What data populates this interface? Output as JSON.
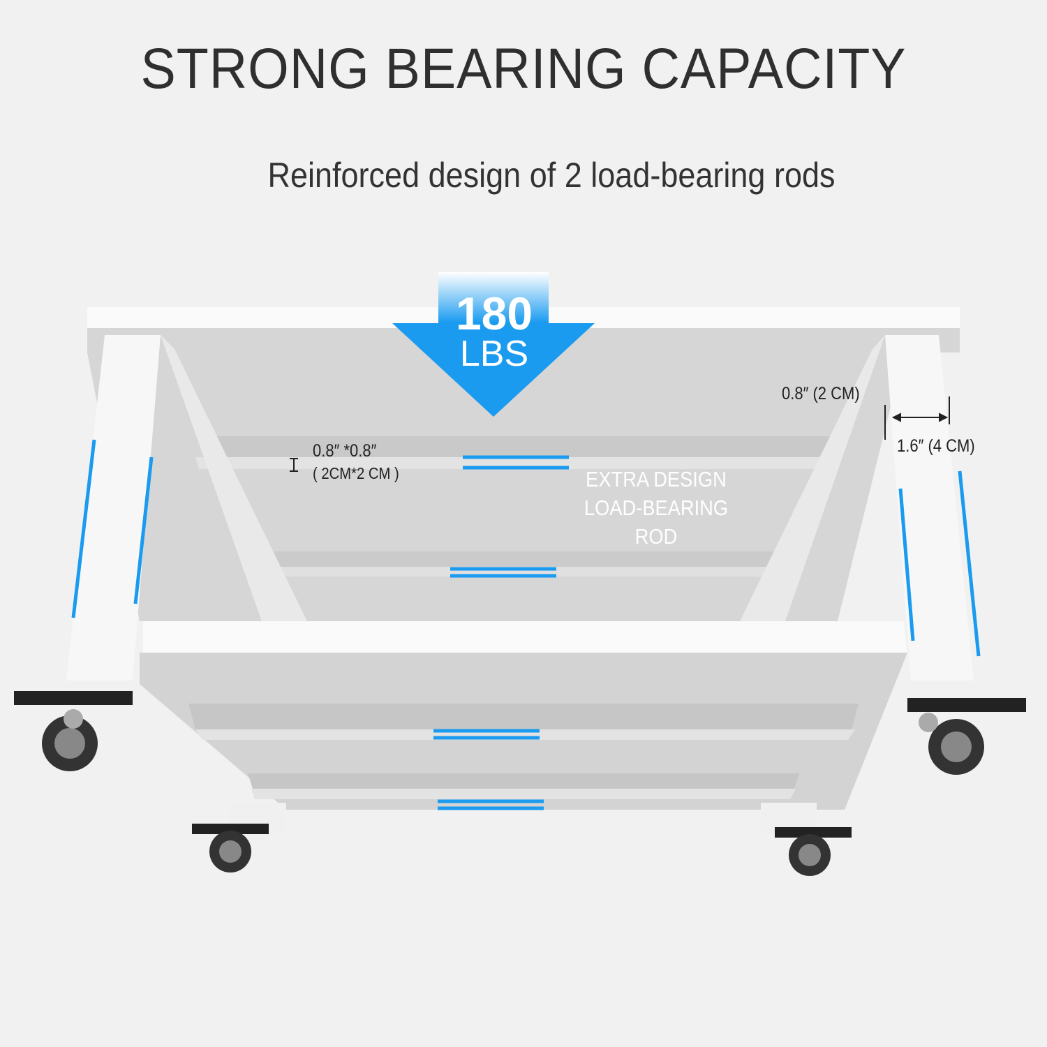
{
  "title": "STRONG BEARING CAPACITY",
  "subtitle": "Reinforced design of 2 load-bearing rods",
  "load": {
    "value": "180",
    "unit": "LBS"
  },
  "dimensions": {
    "rod_size_in": "0.8″ *0.8″",
    "rod_size_cm": "( 2CM*2 CM )",
    "thickness": "0.8″ (2 CM)",
    "width": "1.6″ (4 CM)"
  },
  "callout": {
    "line1": "EXTRA DESIGN",
    "line2": "LOAD-BEARING",
    "line3": "ROD"
  },
  "colors": {
    "accent": "#1a9bf0",
    "background": "#f1f1f1",
    "text": "#2f2f2f"
  }
}
